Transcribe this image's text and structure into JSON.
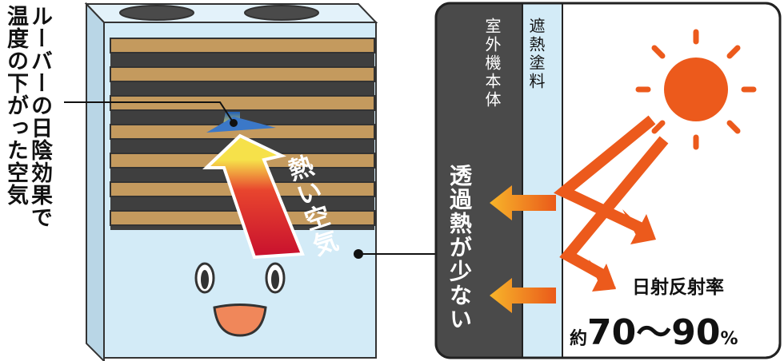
{
  "diagram": {
    "caption_line1": "ルーバーの日陰効果で",
    "caption_line2": "温度の下がった空気",
    "hot_air_label": "熱い空気",
    "unit_body_label": "室外機本体",
    "coating_label": "遮熱塗料",
    "transmission_label": "透過熱が少ない",
    "reflectance_title": "日射反射率",
    "reflectance_prefix": "約",
    "reflectance_range": "70〜90",
    "reflectance_unit": "%"
  },
  "colors": {
    "unit_body": "#d3ebf7",
    "louver": "#c49a5e",
    "louver_gap": "#3f3f3f",
    "panel_dark": "#4a4a4a",
    "coating": "#d3ebf7",
    "sun": "#ec5a1c",
    "heat_arrow": "#f59a1a",
    "hot_air_red": "#c8102e",
    "hot_air_yellow": "#f6e14a",
    "face_mouth": "#f0875a"
  },
  "louver_count": 7
}
